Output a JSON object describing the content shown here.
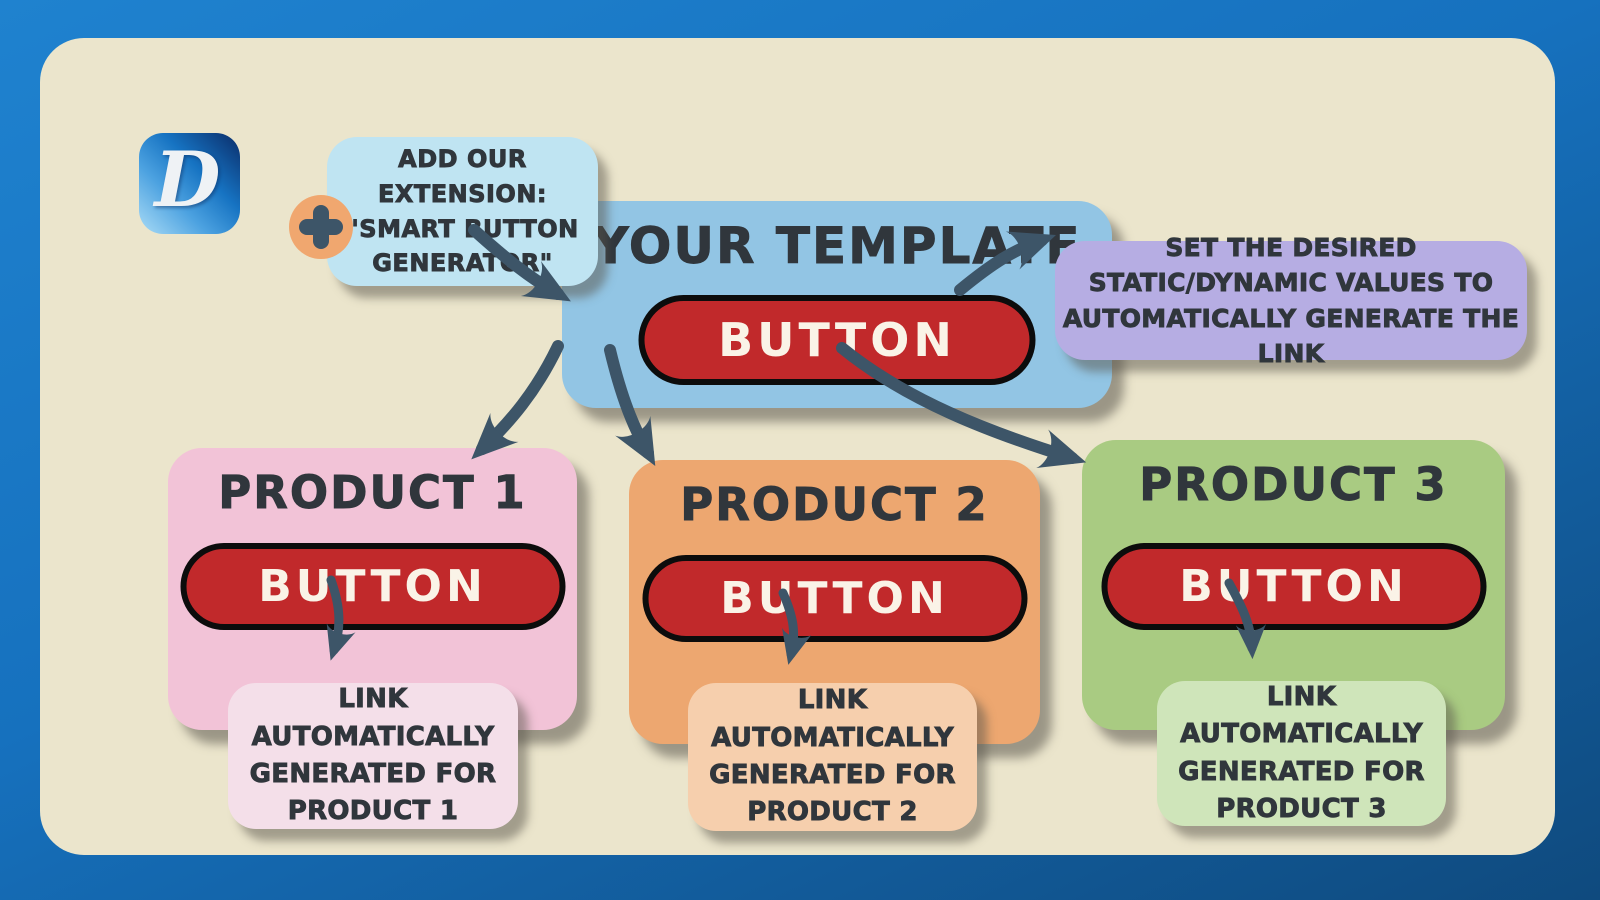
{
  "logo": {
    "letter": "D"
  },
  "extension_callout": {
    "lines": [
      "ADD OUR EXTENSION:",
      "\"SMART BUTTON",
      "GENERATOR\""
    ]
  },
  "template": {
    "title": "YOUR TEMPLATE",
    "button_label": "BUTTON"
  },
  "values_callout": {
    "lines": [
      "SET THE DESIRED",
      "STATIC/DYNAMIC VALUES TO",
      "AUTOMATICALLY GENERATE THE LINK"
    ]
  },
  "products": [
    {
      "title": "PRODUCT 1",
      "button_label": "BUTTON",
      "note_lines": [
        "LINK AUTOMATICALLY",
        "GENERATED FOR",
        "PRODUCT 1"
      ],
      "card_color": "#F2C3D7",
      "note_color": "#F4DFE9"
    },
    {
      "title": "PRODUCT 2",
      "button_label": "BUTTON",
      "note_lines": [
        "LINK AUTOMATICALLY",
        "GENERATED FOR",
        "PRODUCT 2"
      ],
      "card_color": "#EDA770",
      "note_color": "#F6CFAD"
    },
    {
      "title": "PRODUCT 3",
      "button_label": "BUTTON",
      "note_lines": [
        "LINK AUTOMATICALLY",
        "GENERATED FOR",
        "PRODUCT 3"
      ],
      "card_color": "#A9CB82",
      "note_color": "#CFE5BA"
    }
  ],
  "colors": {
    "frame_top": "#1F82CF",
    "frame_bottom": "#0F4A7E",
    "panel_cream": "#EBE5CC",
    "template_blue": "#92C5E4",
    "extension_callout_blue": "#BFE4F2",
    "values_purple": "#B6ADE3",
    "badge_orange": "#F0A76F",
    "button_red": "#C1292B",
    "button_text": "#FAF3E7",
    "arrow_slate": "#3D5568",
    "text_dark": "#30363C"
  }
}
